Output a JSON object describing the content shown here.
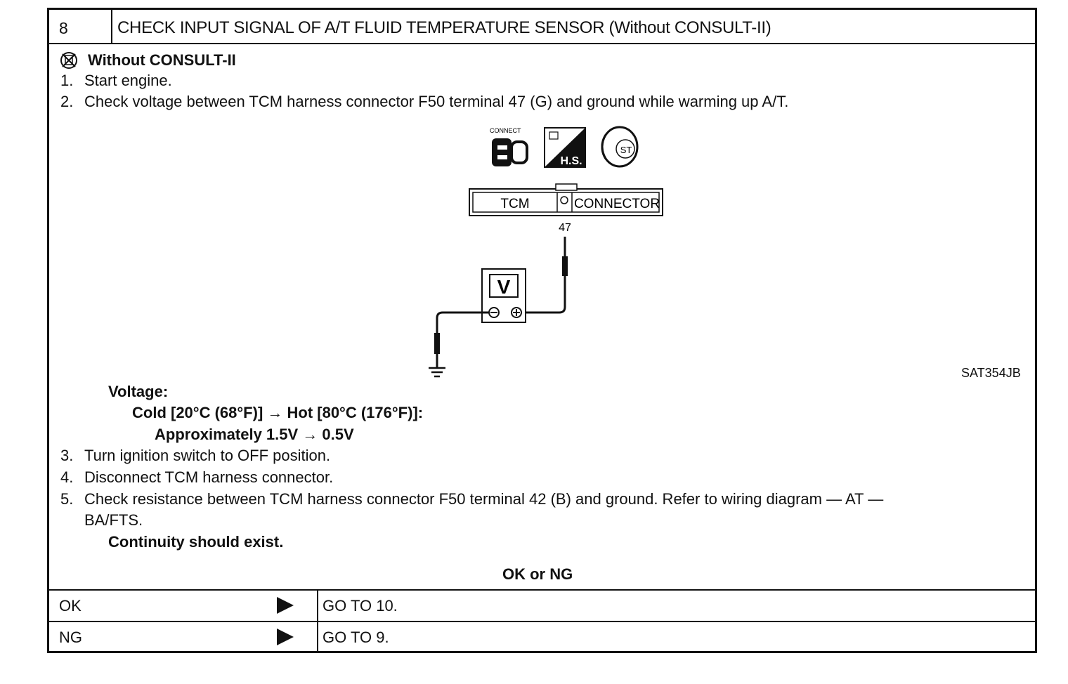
{
  "header": {
    "step_number": "8",
    "title": "CHECK INPUT SIGNAL OF A/T FLUID TEMPERATURE SENSOR (Without CONSULT-II)"
  },
  "procedure": {
    "mode_label": "Without CONSULT-II",
    "steps_before": [
      {
        "num": "1.",
        "text": "Start engine."
      },
      {
        "num": "2.",
        "text": "Check voltage between TCM harness connector F50 terminal 47 (G) and ground while warming up A/T."
      }
    ],
    "spec": {
      "label": "Voltage:",
      "condition": "Cold [20°C (68°F)] → Hot [80°C (176°F)]:",
      "value": "Approximately 1.5V → 0.5V"
    },
    "steps_after": [
      {
        "num": "3.",
        "text": "Turn ignition switch to OFF position."
      },
      {
        "num": "4.",
        "text": "Disconnect TCM harness connector."
      },
      {
        "num": "5.",
        "text": "Check resistance between TCM harness connector F50 terminal 42 (B) and ground. Refer to wiring diagram — AT —",
        "cont": "BA/FTS."
      }
    ],
    "result_note": "Continuity should exist."
  },
  "diagram": {
    "icon_connect_label": "CONNECT",
    "icon_hs_label": "H.S.",
    "icon_st_label": "ST",
    "connector_left": "TCM",
    "connector_right": "CONNECTOR",
    "terminal": "47",
    "meter_label": "V",
    "figure_id": "SAT354JB"
  },
  "decision": {
    "question": "OK or NG",
    "rows": [
      {
        "result": "OK",
        "action": "GO TO 10."
      },
      {
        "result": "NG",
        "action": "GO TO 9."
      }
    ]
  }
}
